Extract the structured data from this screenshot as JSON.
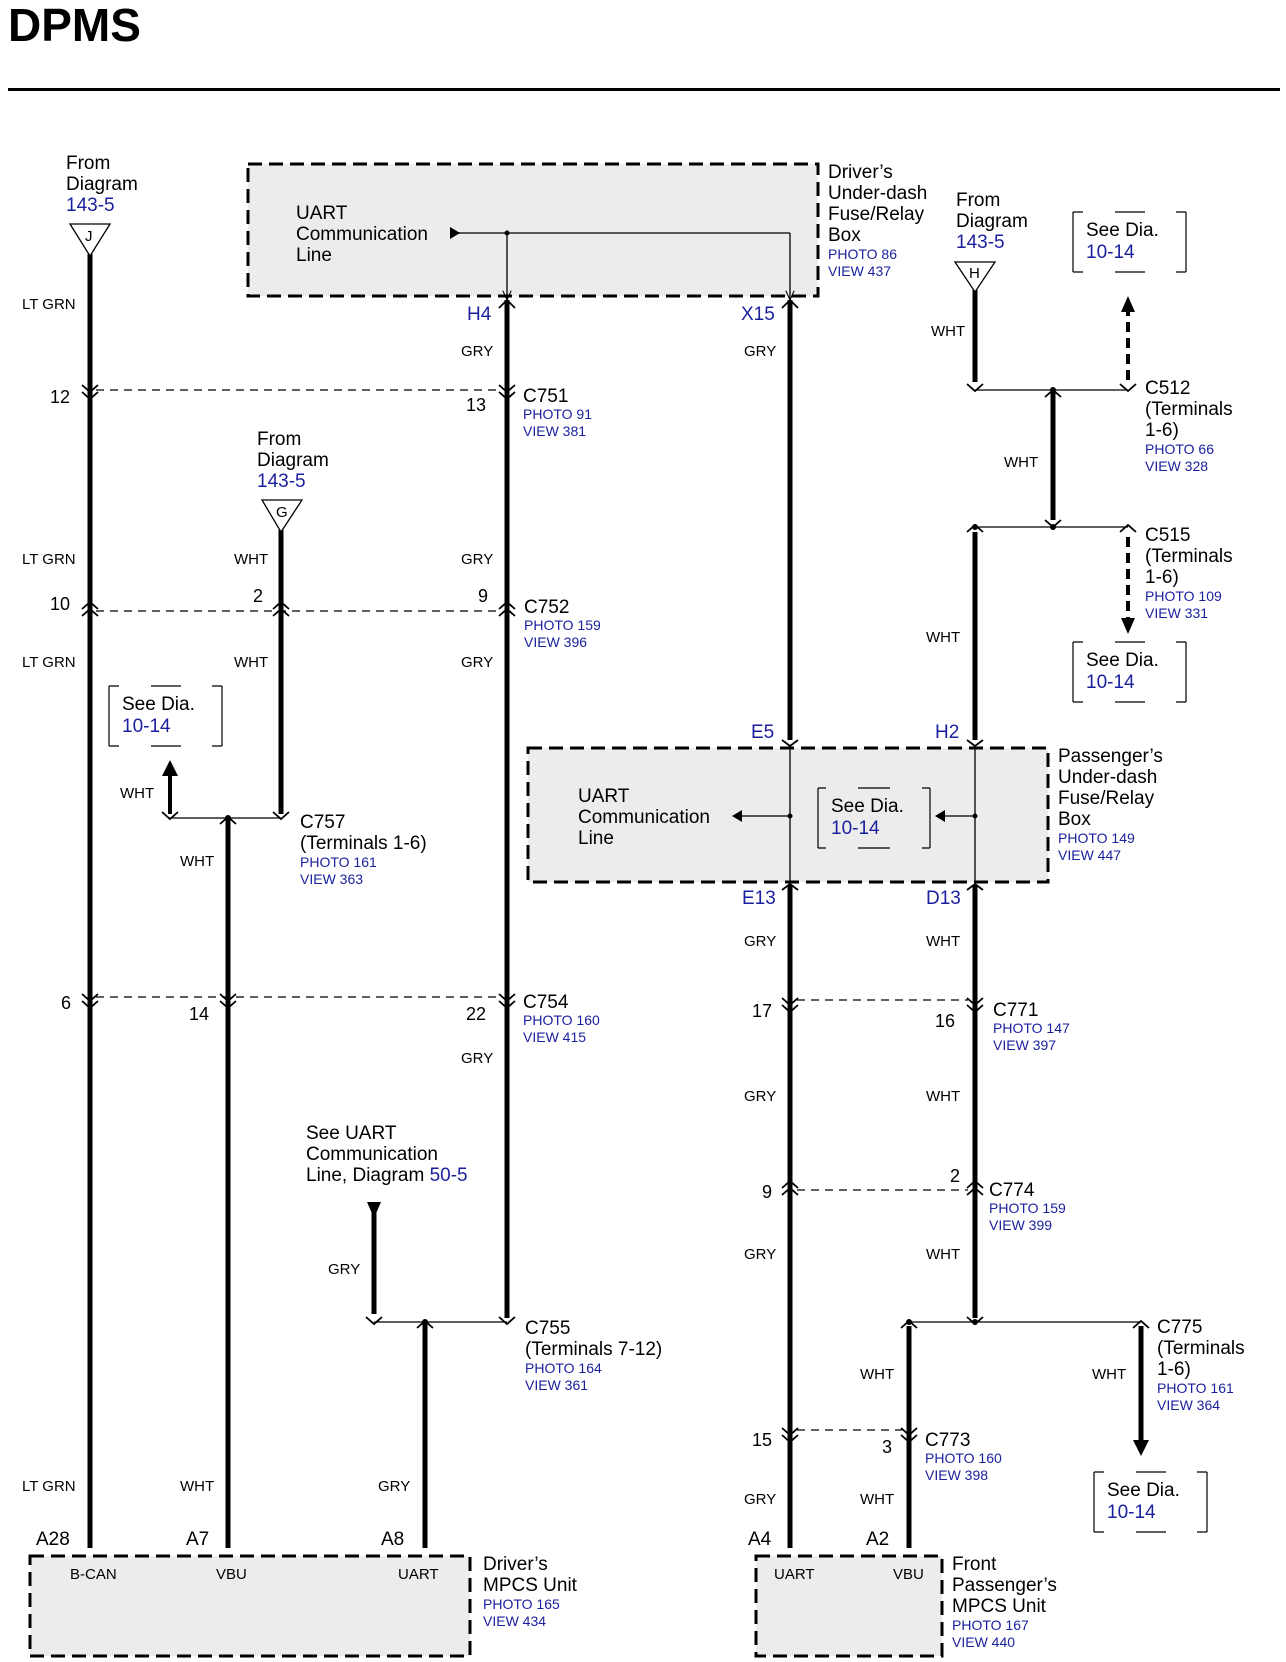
{
  "title": "DPMS",
  "from_diagram": {
    "j": {
      "line1": "From",
      "line2": "Diagram",
      "ref": "143-5",
      "letter": "J"
    },
    "g": {
      "line1": "From",
      "line2": "Diagram",
      "ref": "143-5",
      "letter": "G"
    },
    "h": {
      "line1": "From",
      "line2": "Diagram",
      "ref": "143-5",
      "letter": "H"
    }
  },
  "see_dia": {
    "text": "See Dia.",
    "ref": "10-14"
  },
  "see_uart": {
    "line1": "See UART",
    "line2": "Communication",
    "line3": "Line, Diagram",
    "ref": "50-5"
  },
  "driver_box": {
    "line1": "Driver’s",
    "line2": "Under-dash",
    "line3": "Fuse/Relay",
    "line4": "Box",
    "photo": "PHOTO 86",
    "view": "VIEW 437",
    "uart1": "UART",
    "uart2": "Communication",
    "uart3": "Line",
    "pin_left": "H4",
    "pin_right": "X15"
  },
  "pass_box": {
    "line1": "Passenger’s",
    "line2": "Under-dash",
    "line3": "Fuse/Relay",
    "line4": "Box",
    "photo": "PHOTO 149",
    "view": "VIEW 447",
    "uart1": "UART",
    "uart2": "Communication",
    "uart3": "Line",
    "pin_tl": "E5",
    "pin_tr": "H2",
    "pin_bl": "E13",
    "pin_br": "D13"
  },
  "connectors": {
    "c751": {
      "name": "C751",
      "photo": "PHOTO 91",
      "view": "VIEW 381"
    },
    "c752": {
      "name": "C752",
      "photo": "PHOTO 159",
      "view": "VIEW 396"
    },
    "c754": {
      "name": "C754",
      "photo": "PHOTO 160",
      "view": "VIEW 415"
    },
    "c755": {
      "name": "C755",
      "sub": "(Terminals 7-12)",
      "photo": "PHOTO 164",
      "view": "VIEW 361"
    },
    "c757": {
      "name": "C757",
      "sub": "(Terminals 1-6)",
      "photo": "PHOTO 161",
      "view": "VIEW 363"
    },
    "c512": {
      "name": "C512",
      "sub1": "(Terminals",
      "sub2": "1-6)",
      "photo": "PHOTO 66",
      "view": "VIEW 328"
    },
    "c515": {
      "name": "C515",
      "sub1": "(Terminals",
      "sub2": "1-6)",
      "photo": "PHOTO 109",
      "view": "VIEW 331"
    },
    "c771": {
      "name": "C771",
      "photo": "PHOTO 147",
      "view": "VIEW 397"
    },
    "c774": {
      "name": "C774",
      "photo": "PHOTO 159",
      "view": "VIEW 399"
    },
    "c775": {
      "name": "C775",
      "sub1": "(Terminals",
      "sub2": "1-6)",
      "photo": "PHOTO 161",
      "view": "VIEW 364"
    },
    "c773": {
      "name": "C773",
      "photo": "PHOTO 160",
      "view": "VIEW 398"
    }
  },
  "pins": {
    "c751_left": "12",
    "c751_right": "13",
    "c752_left": "10",
    "c752_mid": "2",
    "c752_right": "9",
    "c754_left": "6",
    "c754_mid": "14",
    "c754_right": "22",
    "c771_left": "17",
    "c771_right": "16",
    "c774_left": "9",
    "c774_right": "2",
    "c773_left": "15",
    "c773_right": "3"
  },
  "wires": {
    "ltgrn": "LT GRN",
    "wht": "WHT",
    "gry": "GRY"
  },
  "driver_mpcs": {
    "line1": "Driver’s",
    "line2": "MPCS Unit",
    "photo": "PHOTO 165",
    "view": "VIEW 434",
    "pin1": "A28",
    "pin2": "A7",
    "pin3": "A8",
    "t1": "B-CAN",
    "t2": "VBU",
    "t3": "UART"
  },
  "front_mpcs": {
    "line1": "Front",
    "line2": "Passenger’s",
    "line3": "MPCS Unit",
    "photo": "PHOTO 167",
    "view": "VIEW 440",
    "pin1": "A4",
    "pin2": "A2",
    "t1": "UART",
    "t2": "VBU"
  }
}
